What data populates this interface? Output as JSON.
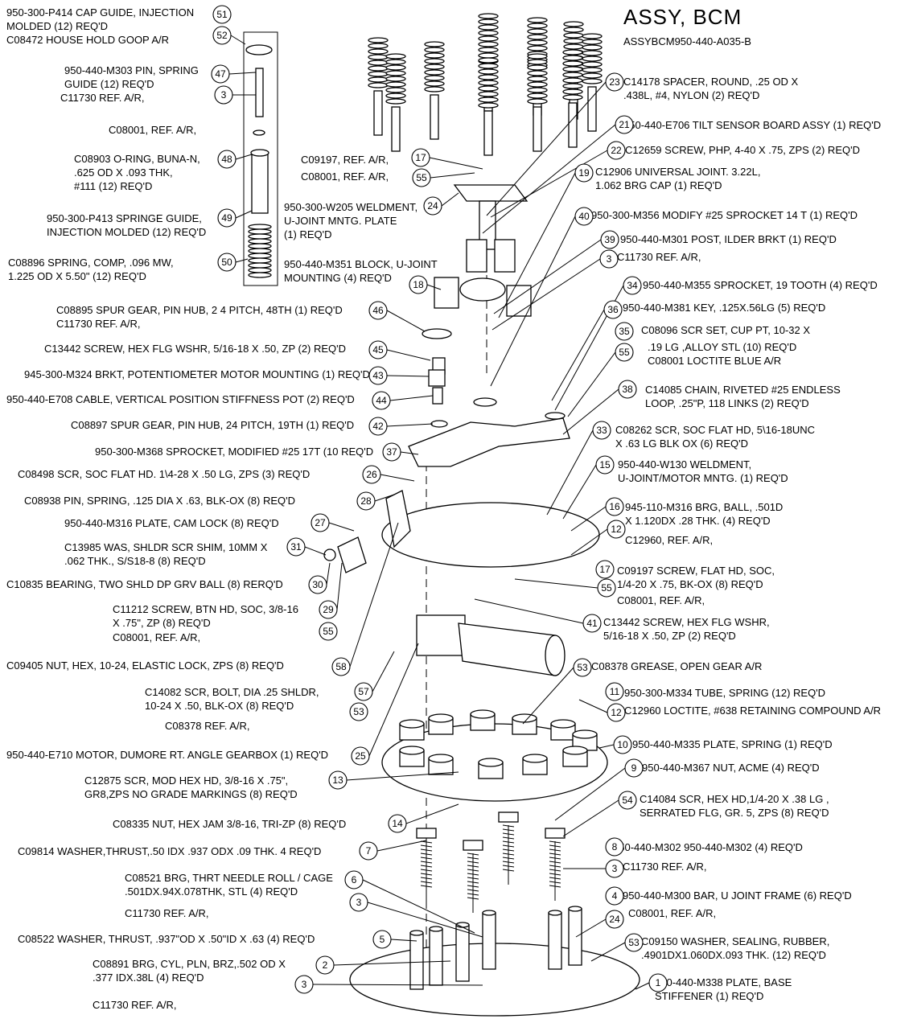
{
  "title": "ASSY, BCM",
  "drawing_number": "ASSYBCM950-440-A035-B",
  "left_callouts": [
    {
      "num": "51",
      "lines": [
        "950-300-P414 CAP GUIDE, INJECTION",
        "MOLDED (12) REQ'D"
      ]
    },
    {
      "num": "52",
      "lines": [
        "C08472 HOUSE HOLD GOOP A/R"
      ]
    },
    {
      "num": "47",
      "lines": [
        "950-440-M303 PIN, SPRING",
        "GUIDE (12) REQ'D"
      ]
    },
    {
      "num": "3",
      "lines": [
        "C11730 REF. A/R,"
      ]
    },
    {
      "num": "",
      "lines": [
        "C08001, REF. A/R,"
      ]
    },
    {
      "num": "48",
      "lines": [
        "C08903 O-RING, BUNA-N,",
        ".625 OD X .093 THK,",
        "#111 (12) REQ'D"
      ]
    },
    {
      "num": "49",
      "lines": [
        "950-300-P413 SPRINGE GUIDE,",
        "INJECTION MOLDED (12) REQ'D"
      ]
    },
    {
      "num": "50",
      "lines": [
        "C08896 SPRING, COMP, .096 MW,",
        "1.225 OD X 5.50\" (12) REQ'D"
      ]
    },
    {
      "num": "46",
      "lines": [
        "C08895 SPUR GEAR, PIN HUB, 2 4 PITCH, 48TH (1) REQ'D",
        "C11730 REF. A/R,"
      ]
    },
    {
      "num": "45",
      "lines": [
        "C13442 SCREW, HEX FLG WSHR, 5/16-18 X .50, ZP (2) REQ'D"
      ]
    },
    {
      "num": "43",
      "lines": [
        "945-300-M324 BRKT, POTENTIOMETER MOTOR MOUNTING (1) REQ'D"
      ]
    },
    {
      "num": "44",
      "lines": [
        "950-440-E708 CABLE, VERTICAL POSITION STIFFNESS POT (2) REQ'D"
      ]
    },
    {
      "num": "42",
      "lines": [
        "C08897 SPUR GEAR, PIN HUB, 24 PITCH, 19TH (1) REQ'D"
      ]
    },
    {
      "num": "37",
      "lines": [
        "950-300-M368 SPROCKET, MODIFIED #25 17T (10 REQ'D"
      ]
    },
    {
      "num": "26",
      "lines": [
        "C08498 SCR, SOC FLAT HD. 1\\4-28 X .50 LG, ZPS (3) REQ'D"
      ]
    },
    {
      "num": "28",
      "lines": [
        "C08938 PIN, SPRING, .125 DIA X .63, BLK-OX (8) REQ'D"
      ]
    },
    {
      "num": "27",
      "lines": [
        "950-440-M316 PLATE, CAM LOCK (8) REQ'D"
      ]
    },
    {
      "num": "31",
      "lines": [
        "C13985 WAS, SHLDR SCR SHIM, 10MM X",
        ".062 THK., S/S18-8 (8) REQ'D"
      ]
    },
    {
      "num": "30",
      "lines": [
        "C10835 BEARING, TWO SHLD DP GRV BALL (8) RERQ'D"
      ]
    },
    {
      "num": "29",
      "lines": [
        "C11212 SCREW, BTN HD, SOC, 3/8-16",
        "X .75\", ZP (8) REQ'D"
      ]
    },
    {
      "num": "55",
      "lines": [
        "C08001, REF. A/R,"
      ]
    },
    {
      "num": "58",
      "lines": [
        "C09405 NUT, HEX, 10-24, ELASTIC LOCK, ZPS (8) REQ'D"
      ]
    },
    {
      "num": "57",
      "lines": [
        "C14082 SCR, BOLT, DIA .25 SHLDR,",
        "10-24 X .50, BLK-OX (8) REQ'D"
      ]
    },
    {
      "num": "53",
      "lines": [
        "C08378 REF. A/R,"
      ]
    },
    {
      "num": "25",
      "lines": [
        "950-440-E710 MOTOR, DUMORE RT. ANGLE GEARBOX (1) REQ'D"
      ]
    },
    {
      "num": "13",
      "lines": [
        "C12875 SCR, MOD HEX HD, 3/8-16 X .75\",",
        "GR8,ZPS NO GRADE MARKINGS (8) REQ'D"
      ]
    },
    {
      "num": "14",
      "lines": [
        "C08335 NUT, HEX JAM 3/8-16, TRI-ZP (8) REQ'D"
      ]
    },
    {
      "num": "7",
      "lines": [
        "C09814 WASHER,THRUST,.50 IDX .937 ODX .09 THK. 4 REQ'D"
      ]
    },
    {
      "num": "6",
      "lines": [
        "C08521 BRG, THRT NEEDLE ROLL / CAGE",
        ".501DX.94X.078THK, STL (4) REQ'D"
      ]
    },
    {
      "num": "3",
      "lines": [
        "C11730 REF. A/R,"
      ]
    },
    {
      "num": "5",
      "lines": [
        "C08522 WASHER, THRUST, .937\"OD X .50\"ID X .63 (4) REQ'D"
      ]
    },
    {
      "num": "2",
      "lines": [
        "C08891 BRG, CYL, PLN, BRZ,.502 OD X",
        ".377 IDX.38L (4) REQ'D"
      ]
    },
    {
      "num": "3",
      "lines": [
        "C11730 REF. A/R,"
      ]
    }
  ],
  "mid_callouts": [
    {
      "num": "17",
      "lines": [
        "C09197, REF. A/R,"
      ]
    },
    {
      "num": "55",
      "lines": [
        "C08001, REF. A/R,"
      ]
    },
    {
      "num": "24",
      "lines": [
        "950-300-W205 WELDMENT,",
        "U-JOINT MNTG. PLATE",
        "(1) REQ'D"
      ]
    },
    {
      "num": "18",
      "lines": [
        "950-440-M351 BLOCK, U-JOINT",
        "MOUNTING (4) REQ'D"
      ]
    }
  ],
  "right_callouts": [
    {
      "num": "23",
      "lines": [
        "C14178 SPACER, ROUND, .25 OD X",
        ".438L, #4, NYLON (2) REQ'D"
      ]
    },
    {
      "num": "21",
      "lines": [
        "950-440-E706 TILT SENSOR BOARD ASSY (1) REQ'D"
      ]
    },
    {
      "num": "22",
      "lines": [
        "C12659 SCREW, PHP, 4-40 X .75, ZPS (2) REQ'D"
      ]
    },
    {
      "num": "19",
      "lines": [
        "C12906 UNIVERSAL JOINT. 3.22L,",
        "1.062 BRG CAP (1) REQ'D"
      ]
    },
    {
      "num": "40",
      "lines": [
        "950-300-M356 MODIFY #25 SPROCKET 14 T (1) REQ'D"
      ]
    },
    {
      "num": "39",
      "lines": [
        "950-440-M301 POST, ILDER BRKT (1) REQ'D"
      ]
    },
    {
      "num": "3",
      "lines": [
        "C11730 REF. A/R,"
      ]
    },
    {
      "num": "34",
      "lines": [
        "950-440-M355 SPROCKET, 19 TOOTH (4) REQ'D"
      ]
    },
    {
      "num": "36",
      "lines": [
        "950-440-M381 KEY, .125X.56LG (5) REQ'D"
      ]
    },
    {
      "num": "35",
      "lines": [
        "C08096 SCR SET, CUP PT, 10-32 X"
      ]
    },
    {
      "num": "55",
      "lines": [
        ".19 LG ,ALLOY STL (10) REQ'D",
        "C08001 LOCTITE BLUE A/R"
      ]
    },
    {
      "num": "38",
      "lines": [
        "C14085 CHAIN, RIVETED #25 ENDLESS",
        "LOOP, .25\"P, 118 LINKS (2) REQ'D"
      ]
    },
    {
      "num": "33",
      "lines": [
        "C08262 SCR, SOC FLAT HD, 5\\16-18UNC",
        "X .63 LG BLK OX (6) REQ'D"
      ]
    },
    {
      "num": "15",
      "lines": [
        "950-440-W130 WELDMENT,",
        "U-JOINT/MOTOR MNTG. (1) REQ'D"
      ]
    },
    {
      "num": "16",
      "lines": [
        "945-110-M316 BRG, BALL, .501D",
        "X 1.120DX .28 THK. (4) REQ'D"
      ]
    },
    {
      "num": "12",
      "lines": [
        "C12960, REF. A/R,"
      ]
    },
    {
      "num": "17",
      "lines": [
        "C09197 SCREW, FLAT HD, SOC,",
        "1/4-20 X .75, BK-OX (8) REQ'D"
      ]
    },
    {
      "num": "55",
      "lines": [
        "C08001, REF. A/R,"
      ]
    },
    {
      "num": "41",
      "lines": [
        "C13442 SCREW, HEX FLG WSHR,",
        "5/16-18 X .50, ZP (2) REQ'D"
      ]
    },
    {
      "num": "53",
      "lines": [
        "C08378 GREASE,  OPEN GEAR A/R"
      ]
    },
    {
      "num": "11",
      "lines": [
        "950-300-M334 TUBE, SPRING (12) REQ'D"
      ]
    },
    {
      "num": "12",
      "lines": [
        "C12960 LOCTITE, #638 RETAINING COMPOUND A/R"
      ]
    },
    {
      "num": "10",
      "lines": [
        "950-440-M335 PLATE, SPRING (1) REQ'D"
      ]
    },
    {
      "num": "9",
      "lines": [
        "950-440-M367 NUT, ACME (4) REQ'D"
      ]
    },
    {
      "num": "54",
      "lines": [
        "C14084 SCR, HEX HD,1/4-20 X .38 LG ,",
        "SERRATED FLG, GR. 5, ZPS (8) REQ'D"
      ]
    },
    {
      "num": "8",
      "lines": [
        "950-440-M302 950-440-M302 (4) REQ'D"
      ]
    },
    {
      "num": "3",
      "lines": [
        "C11730 REF. A/R,"
      ]
    },
    {
      "num": "4",
      "lines": [
        "950-440-M300 BAR, U JOINT FRAME (6) REQ'D"
      ]
    },
    {
      "num": "24",
      "lines": [
        "C08001, REF. A/R,"
      ]
    },
    {
      "num": "53",
      "lines": [
        "C09150 WASHER, SEALING, RUBBER,",
        ".4901DX1.060DX.093 THK. (12) REQ'D"
      ]
    },
    {
      "num": "1",
      "lines": [
        "950-440-M338 PLATE, BASE",
        "STIFFENER (1) REQ'D"
      ]
    }
  ]
}
